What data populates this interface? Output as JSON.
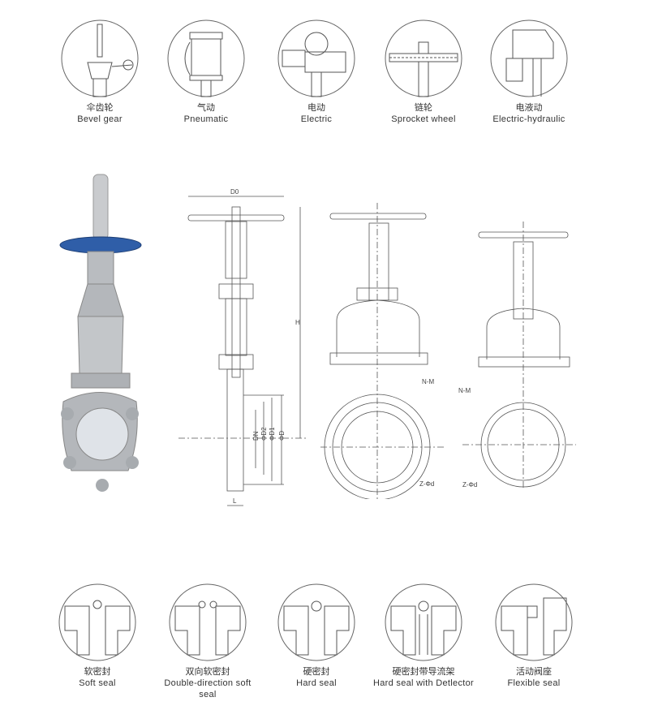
{
  "operators": [
    {
      "cn": "伞齿轮",
      "en": "Bevel gear",
      "icon": "bevel-gear"
    },
    {
      "cn": "气动",
      "en": "Pneumatic",
      "icon": "pneumatic"
    },
    {
      "cn": "电动",
      "en": "Electric",
      "icon": "electric"
    },
    {
      "cn": "链轮",
      "en": "Sprocket wheel",
      "icon": "sprocket"
    },
    {
      "cn": "电液动",
      "en": "Electric-hydraulic",
      "icon": "electric-hydraulic"
    }
  ],
  "seals": [
    {
      "cn": "软密封",
      "en": "Soft seal"
    },
    {
      "cn": "双向软密封",
      "en": "Double-direction soft  seal"
    },
    {
      "cn": "硬密封",
      "en": "Hard seal"
    },
    {
      "cn": "硬密封带导流架",
      "en": "Hard seal with Detlector"
    },
    {
      "cn": "活动阀座",
      "en": "Flexible seal"
    }
  ],
  "dimensions": {
    "d0": "D0",
    "h": "H",
    "dn": "DN",
    "d2": "ΦD2",
    "d1": "ΦD1",
    "d": "ΦD",
    "l": "L",
    "nm": "N-M",
    "zd": "Z-Φd",
    "nm2": "N-M",
    "zd2": "Z-Φd"
  },
  "colors": {
    "handwheel": "#2f5ea8",
    "body": "#b9bcc0",
    "line": "#555555"
  }
}
